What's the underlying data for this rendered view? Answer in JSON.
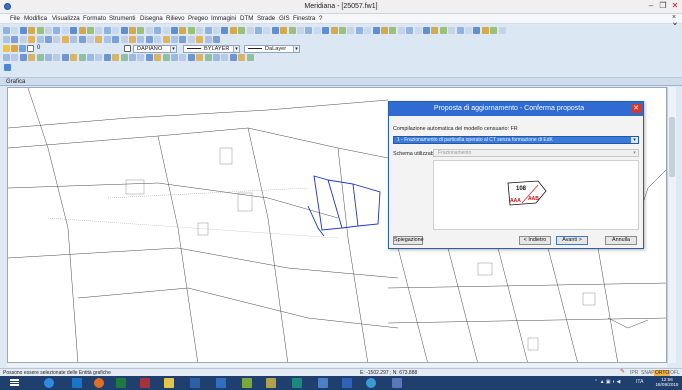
{
  "window": {
    "title": "Meridiana - [25057.fw1]",
    "minimize_glyph": "–",
    "maximize_glyph": "❐",
    "close_glyph": "✕"
  },
  "menu": {
    "items": [
      "File",
      "Modifica",
      "Visualizza",
      "Formato",
      "Strumenti",
      "Disegna",
      "Rilievo",
      "Pregeo",
      "Immagini",
      "DTM",
      "Strade",
      "GIS",
      "Finestra",
      "?"
    ],
    "mdi_close": "× ✕"
  },
  "toolbar": {
    "layer_value": "0",
    "linetype_combo": "DAPIANO",
    "color_combo": "BYLAYER",
    "layer_combo": "DaLayer"
  },
  "tabs": {
    "active": "Grafica"
  },
  "dialog": {
    "title": "Proposta di aggiornamento - Conferma proposta",
    "close_glyph": "✕",
    "label_compilation": "Compilazione automatica del modello censuario: FR",
    "selected_option": "1 - Frazionamento di particella operato al CT senza formazione di EdK",
    "label_scheme": "Schema utilizzabile",
    "scheme_value": "Frazionamento",
    "preview_labels": [
      "108",
      "AAA",
      "AAB"
    ],
    "buttons": {
      "explanation": "Spiegazione",
      "back": "< Indietro",
      "next": "Avanti >",
      "cancel": "Annulla"
    }
  },
  "status": {
    "message": "Possono essere selezionate delle Entità grafiche",
    "coordinates": "E: -1502.297 ; N: 673.888",
    "modes": [
      "SNAP",
      "ORTO",
      "OFL"
    ],
    "mode_prefix": "IPR"
  },
  "taskbar": {
    "language": "ITA",
    "time": "12:56",
    "date": "18/09/2015"
  },
  "colors": {
    "dialog_title": "#2f6bd0",
    "selection": "#3a7ad8",
    "parcel_edit": "#1a33c8",
    "taskbar": "#1f3f6e"
  }
}
